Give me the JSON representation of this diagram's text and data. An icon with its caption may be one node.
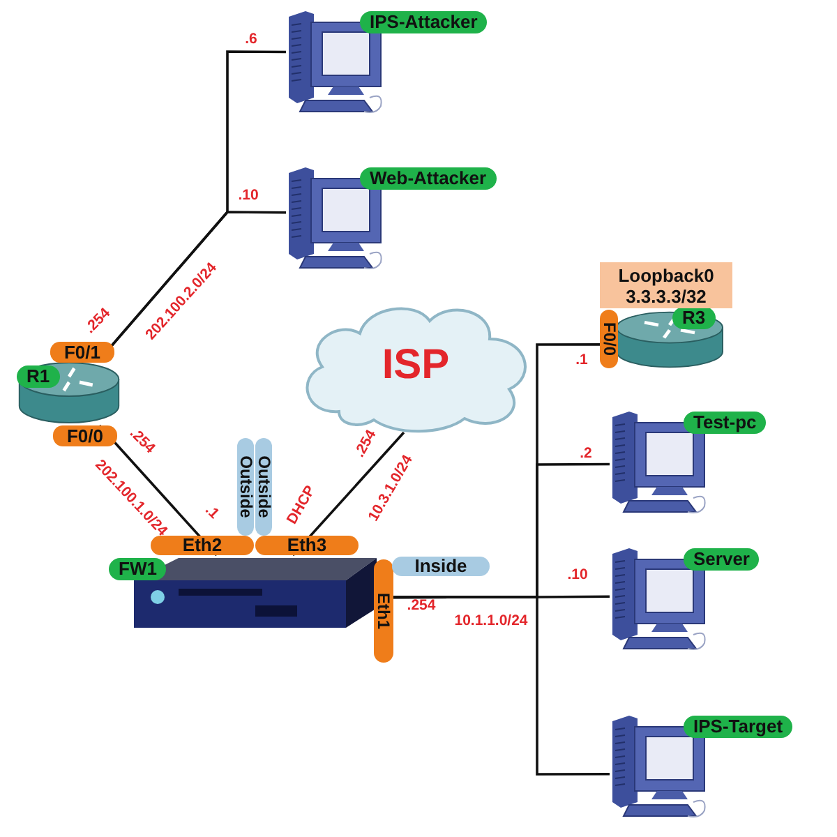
{
  "diagram": {
    "nodes": [
      {
        "text": [
          "IPS-Attacker"
        ]
      },
      {
        "text": [
          "Web-Attacker"
        ]
      },
      {
        "text": [
          "R1"
        ],
        "beside": [
          "F0/1",
          "F0/0"
        ]
      },
      {
        "text": [
          "ISP"
        ]
      },
      {
        "text": [
          "R3"
        ],
        "beside": [
          "Loopback0 3.3.3.3/32",
          "F0/0"
        ]
      },
      {
        "text": [
          "FW1"
        ],
        "beside": [
          "Eth2",
          "Eth3",
          "Eth1",
          "Outside",
          "Outside",
          "Inside"
        ]
      },
      {
        "text": [
          "Test-pc"
        ]
      },
      {
        "text": [
          "Server"
        ]
      },
      {
        "text": [
          "IPS-Target"
        ]
      }
    ],
    "edges": [
      {
        "from": 2,
        "to": 0,
        "arrow": "none"
      },
      {
        "from": 2,
        "to": 1,
        "arrow": "none"
      },
      {
        "from": 2,
        "to": 5,
        "arrow": "none"
      },
      {
        "from": 3,
        "to": 5,
        "arrow": "none"
      },
      {
        "from": 5,
        "to": 4,
        "arrow": "none"
      },
      {
        "from": 5,
        "to": 6,
        "arrow": "none"
      },
      {
        "from": 5,
        "to": 7,
        "arrow": "none"
      },
      {
        "from": 5,
        "to": 8,
        "arrow": "none"
      }
    ],
    "labels": [
      ".6",
      ".10",
      ".254",
      "202.100.2.0/24",
      ".254",
      "202.100.1.0/24",
      ".1",
      "DHCP",
      ".254",
      "10.3.1.0/24",
      ".1",
      ".2",
      ".10",
      ".254",
      "10.1.1.0/24"
    ]
  }
}
